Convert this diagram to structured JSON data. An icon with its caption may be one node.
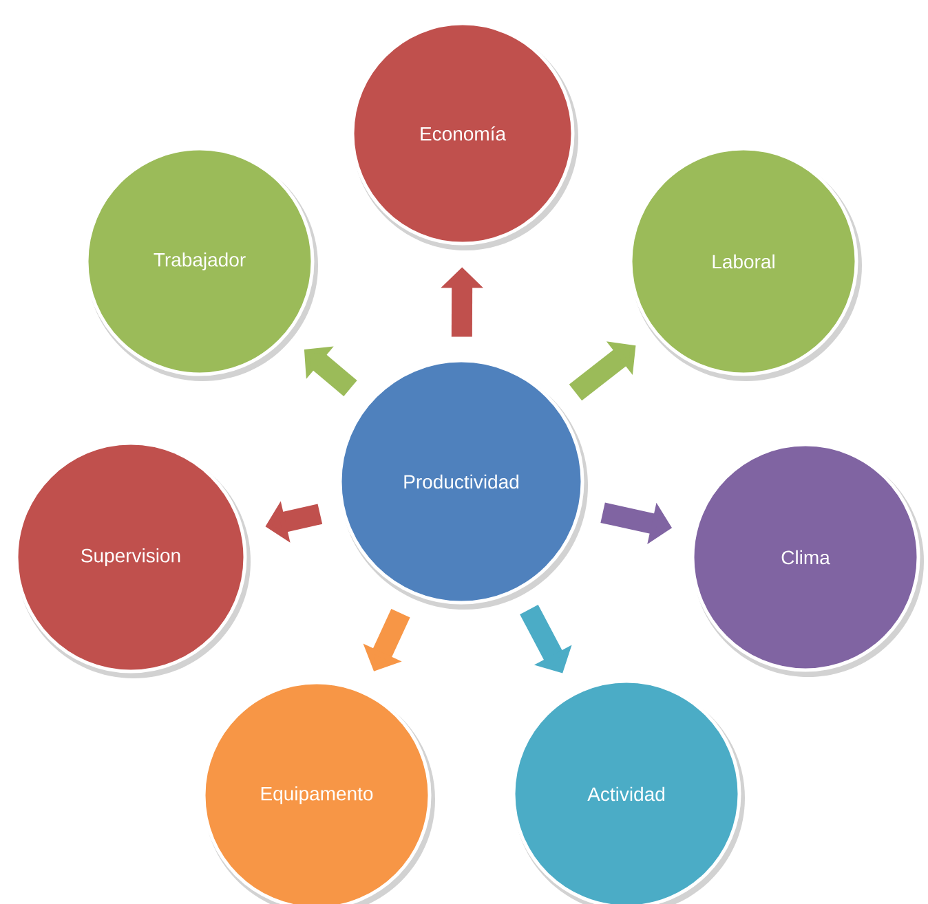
{
  "diagram": {
    "nodes": [
      {
        "text": [
          "Economía"
        ]
      },
      {
        "text": [
          "Trabajador"
        ]
      },
      {
        "text": [
          "Laboral"
        ]
      },
      {
        "text": [
          "Productividad"
        ]
      },
      {
        "text": [
          "Supervision"
        ]
      },
      {
        "text": [
          "Clima"
        ]
      },
      {
        "text": [
          "Equipamento"
        ]
      },
      {
        "text": [
          "Actividad"
        ]
      }
    ],
    "edges": [
      {
        "from": 3,
        "to": 0,
        "arrow": "to",
        "color": "#c0504d"
      },
      {
        "from": 3,
        "to": 1,
        "arrow": "to",
        "color": "#9bbb59"
      },
      {
        "from": 3,
        "to": 2,
        "arrow": "to",
        "color": "#9bbb59"
      },
      {
        "from": 3,
        "to": 4,
        "arrow": "to",
        "color": "#c0504d"
      },
      {
        "from": 3,
        "to": 5,
        "arrow": "to",
        "color": "#8064a2"
      },
      {
        "from": 3,
        "to": 6,
        "arrow": "to",
        "color": "#f79646"
      },
      {
        "from": 3,
        "to": 7,
        "arrow": "to",
        "color": "#4bacc6"
      }
    ]
  }
}
